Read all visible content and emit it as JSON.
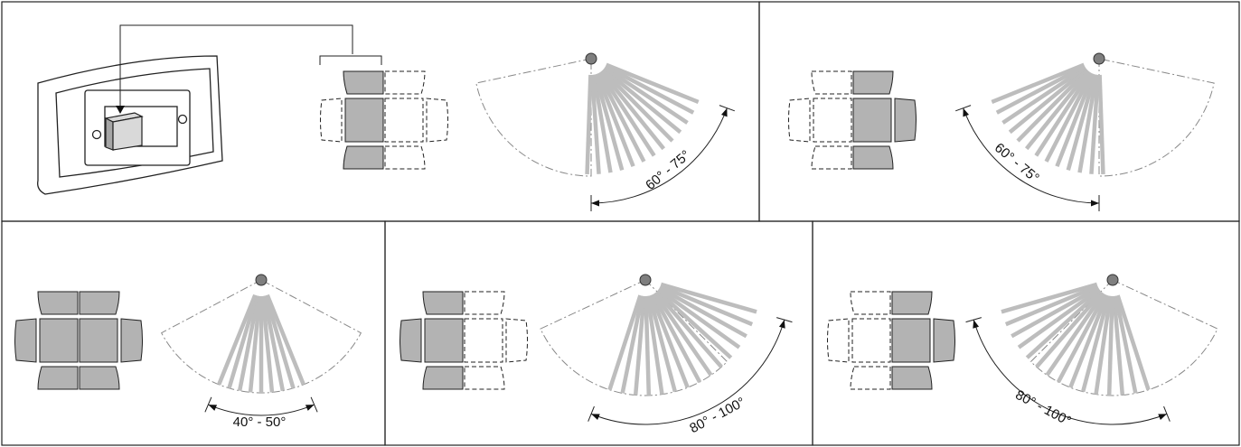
{
  "panels": [
    {
      "id": "top-left",
      "segments": {
        "col1": "inactive",
        "col2": "active",
        "col3": "inactive",
        "col4": "inactive"
      },
      "angle_label": "60° - 75°",
      "fan_side": "right"
    },
    {
      "id": "top-right",
      "segments": {
        "col1": "inactive",
        "col2": "inactive",
        "col3": "active",
        "col4": "active"
      },
      "angle_label": "60° - 75°",
      "fan_side": "left"
    },
    {
      "id": "bottom-left",
      "segments": {
        "col1": "active",
        "col2": "active",
        "col3": "active",
        "col4": "active"
      },
      "angle_label": "40° - 50°",
      "fan_side": "center"
    },
    {
      "id": "bottom-mid",
      "segments": {
        "col1": "active",
        "col2": "active",
        "col3": "inactive",
        "col4": "inactive"
      },
      "angle_label": "80° - 100°",
      "fan_side": "right"
    },
    {
      "id": "bottom-right",
      "segments": {
        "col1": "inactive",
        "col2": "inactive",
        "col3": "active",
        "col4": "active"
      },
      "angle_label": "80° - 100°",
      "fan_side": "left"
    }
  ],
  "colors": {
    "active_segment": "#b3b3b3",
    "ray": "#bdbdbd",
    "sensor_dot": "#7f7f7f",
    "frame": "#222222"
  }
}
